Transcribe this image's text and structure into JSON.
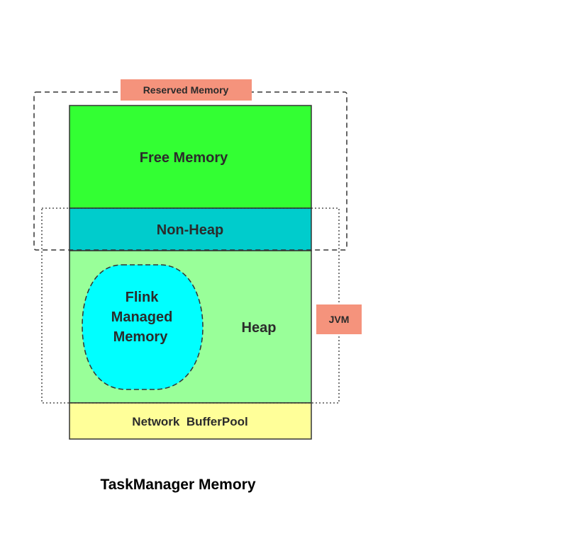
{
  "diagram": {
    "labels": {
      "reserved_memory": "Reserved Memory",
      "free_memory": "Free Memory",
      "non_heap": "Non-Heap",
      "flink_managed_memory_line1": "Flink",
      "flink_managed_memory_line2": "Managed",
      "flink_managed_memory_line3": "Memory",
      "heap": "Heap",
      "jvm": "JVM",
      "network_bufferpool": "Network  BufferPool"
    },
    "caption": "TaskManager Memory",
    "colors": {
      "free_memory": "#33ff33",
      "non_heap": "#00cccc",
      "heap": "#99ff99",
      "flink_managed_memory": "#00ffff",
      "network_bufferpool": "#ffff99",
      "tag": "#f5937c"
    }
  }
}
